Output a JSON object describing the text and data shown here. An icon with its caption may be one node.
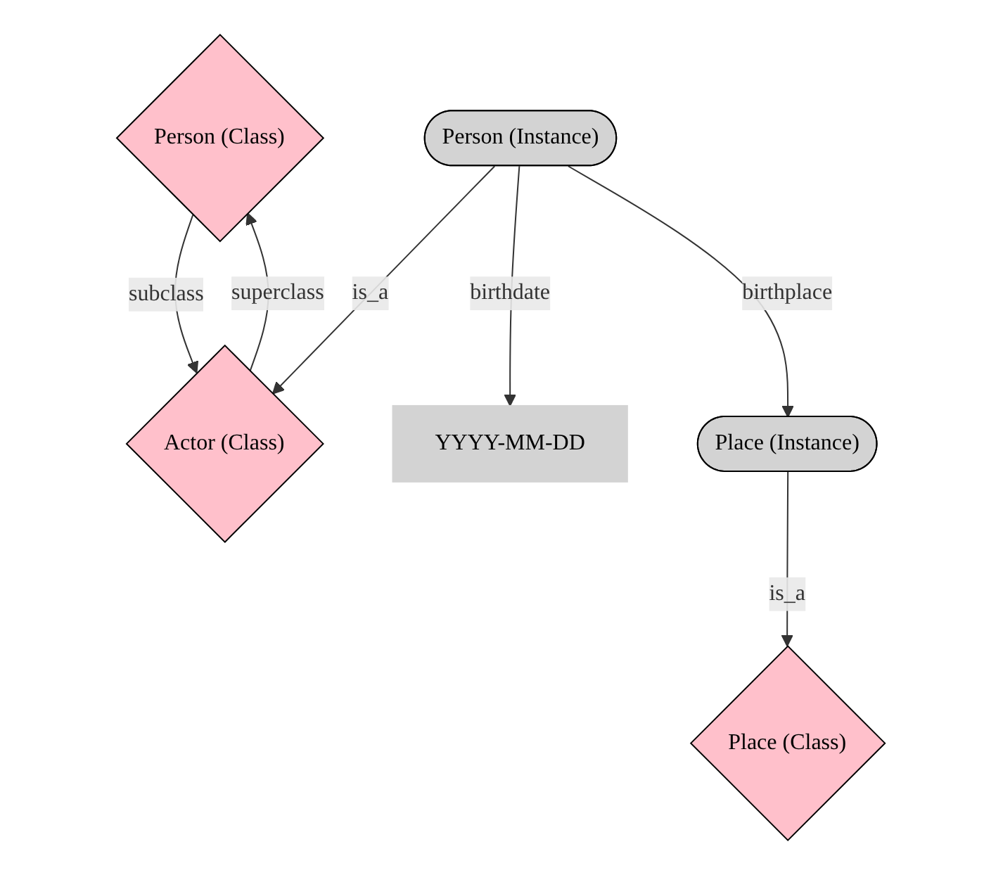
{
  "diagram": {
    "nodes": [
      {
        "text": [
          "Person (Class)"
        ]
      },
      {
        "text": [
          "Actor (Class)"
        ]
      },
      {
        "text": [
          "Person (Instance)"
        ]
      },
      {
        "text": [
          "Place (Class)"
        ]
      },
      {
        "text": [
          "YYYY-MM-DD"
        ]
      },
      {
        "text": [
          "Place (Instance)"
        ]
      }
    ],
    "edges": [
      {
        "from": 0,
        "to": 1,
        "arrow": "to",
        "label": "subclass"
      },
      {
        "from": 1,
        "to": 0,
        "arrow": "to",
        "label": "superclass"
      },
      {
        "from": 2,
        "to": 1,
        "arrow": "to",
        "label": "is_a"
      },
      {
        "from": 2,
        "to": 4,
        "arrow": "to",
        "label": "birthdate"
      },
      {
        "from": 2,
        "to": 5,
        "arrow": "to",
        "label": "birthplace"
      },
      {
        "from": 5,
        "to": 3,
        "arrow": "to",
        "label": "is_a"
      }
    ]
  }
}
